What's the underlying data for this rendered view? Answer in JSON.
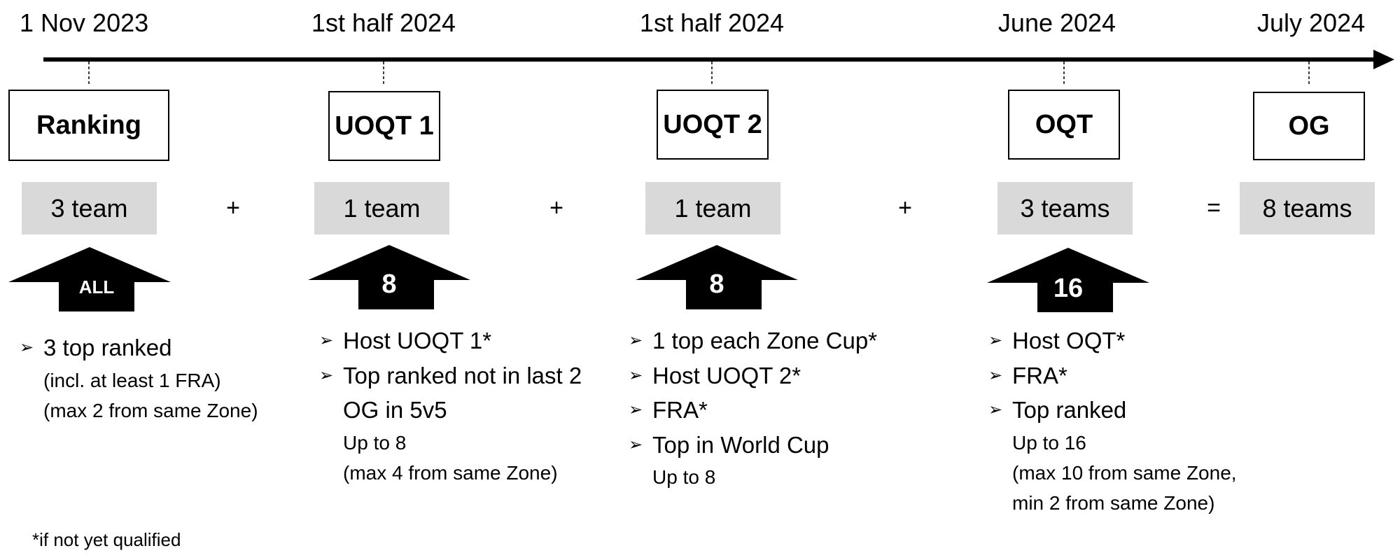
{
  "timeline": {
    "dates": [
      "1 Nov 2023",
      "1st half 2024",
      "1st half 2024",
      "June 2024",
      "July 2024"
    ]
  },
  "stages": [
    {
      "name": "Ranking",
      "count": "3 team",
      "arrow": "ALL",
      "bullets": [
        {
          "text": "3 top ranked",
          "sub": [
            "(incl. at least 1 FRA)",
            "(max 2 from same Zone)"
          ]
        }
      ]
    },
    {
      "name": "UOQT 1",
      "count": "1 team",
      "arrow": "8",
      "bullets": [
        {
          "text": "Host UOQT 1*",
          "sub": []
        },
        {
          "text": "Top ranked not in last 2 OG in 5v5",
          "sub": [
            "Up to 8",
            "(max 4 from same Zone)"
          ]
        }
      ]
    },
    {
      "name": "UOQT 2",
      "count": "1 team",
      "arrow": "8",
      "bullets": [
        {
          "text": "1 top each Zone Cup*",
          "sub": []
        },
        {
          "text": "Host UOQT 2*",
          "sub": []
        },
        {
          "text": "FRA*",
          "sub": []
        },
        {
          "text": "Top in World Cup",
          "sub": [
            "Up to 8"
          ]
        }
      ]
    },
    {
      "name": "OQT",
      "count": "3 teams",
      "arrow": "16",
      "bullets": [
        {
          "text": "Host OQT*",
          "sub": []
        },
        {
          "text": "FRA*",
          "sub": []
        },
        {
          "text": "Top ranked",
          "sub": [
            "Up to 16",
            "(max 10 from same Zone,",
            "min 2 from same Zone)"
          ]
        }
      ]
    },
    {
      "name": "OG",
      "count": "8 teams",
      "arrow": "",
      "bullets": []
    }
  ],
  "operators": [
    "+",
    "+",
    "+",
    "="
  ],
  "footnote": "*if not yet qualified",
  "colors": {
    "count_fill": "#d9d9d9",
    "arrow_fill": "#000000",
    "arrow_text": "#ffffff"
  }
}
